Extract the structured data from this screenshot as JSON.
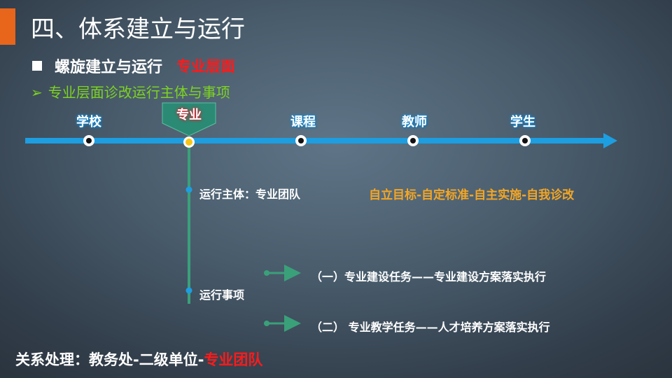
{
  "title": "四、体系建立与运行",
  "bullet": {
    "text": "螺旋建立与运行",
    "highlight": "专业层面"
  },
  "subheading": {
    "marker": "➢",
    "text": "专业层面诊改运行主体与事项"
  },
  "timeline": {
    "nodes": [
      {
        "label": "学校",
        "active": false
      },
      {
        "label": "专业",
        "active": true
      },
      {
        "label": "课程",
        "active": false
      },
      {
        "label": "教师",
        "active": false
      },
      {
        "label": "学生",
        "active": false
      }
    ]
  },
  "branch": {
    "subject_label": "运行主体：专业团队",
    "subject_motto": "自立目标-自定标准-自主实施-自我诊改",
    "matters_label": "运行事项",
    "task1": "（一）专业建设任务——专业建设方案落实执行",
    "task2": "（二） 专业教学任务——人才培养方案落实执行"
  },
  "footer": {
    "prefix": "关系处理：教务处-二级单位-",
    "highlight": "专业团队"
  },
  "colors": {
    "accent": "#e8651c",
    "timeline": "#1d9ee0",
    "red": "#ff1a1a",
    "green": "#7ed321",
    "orange": "#f5a623",
    "teal": "#3aa07a"
  }
}
